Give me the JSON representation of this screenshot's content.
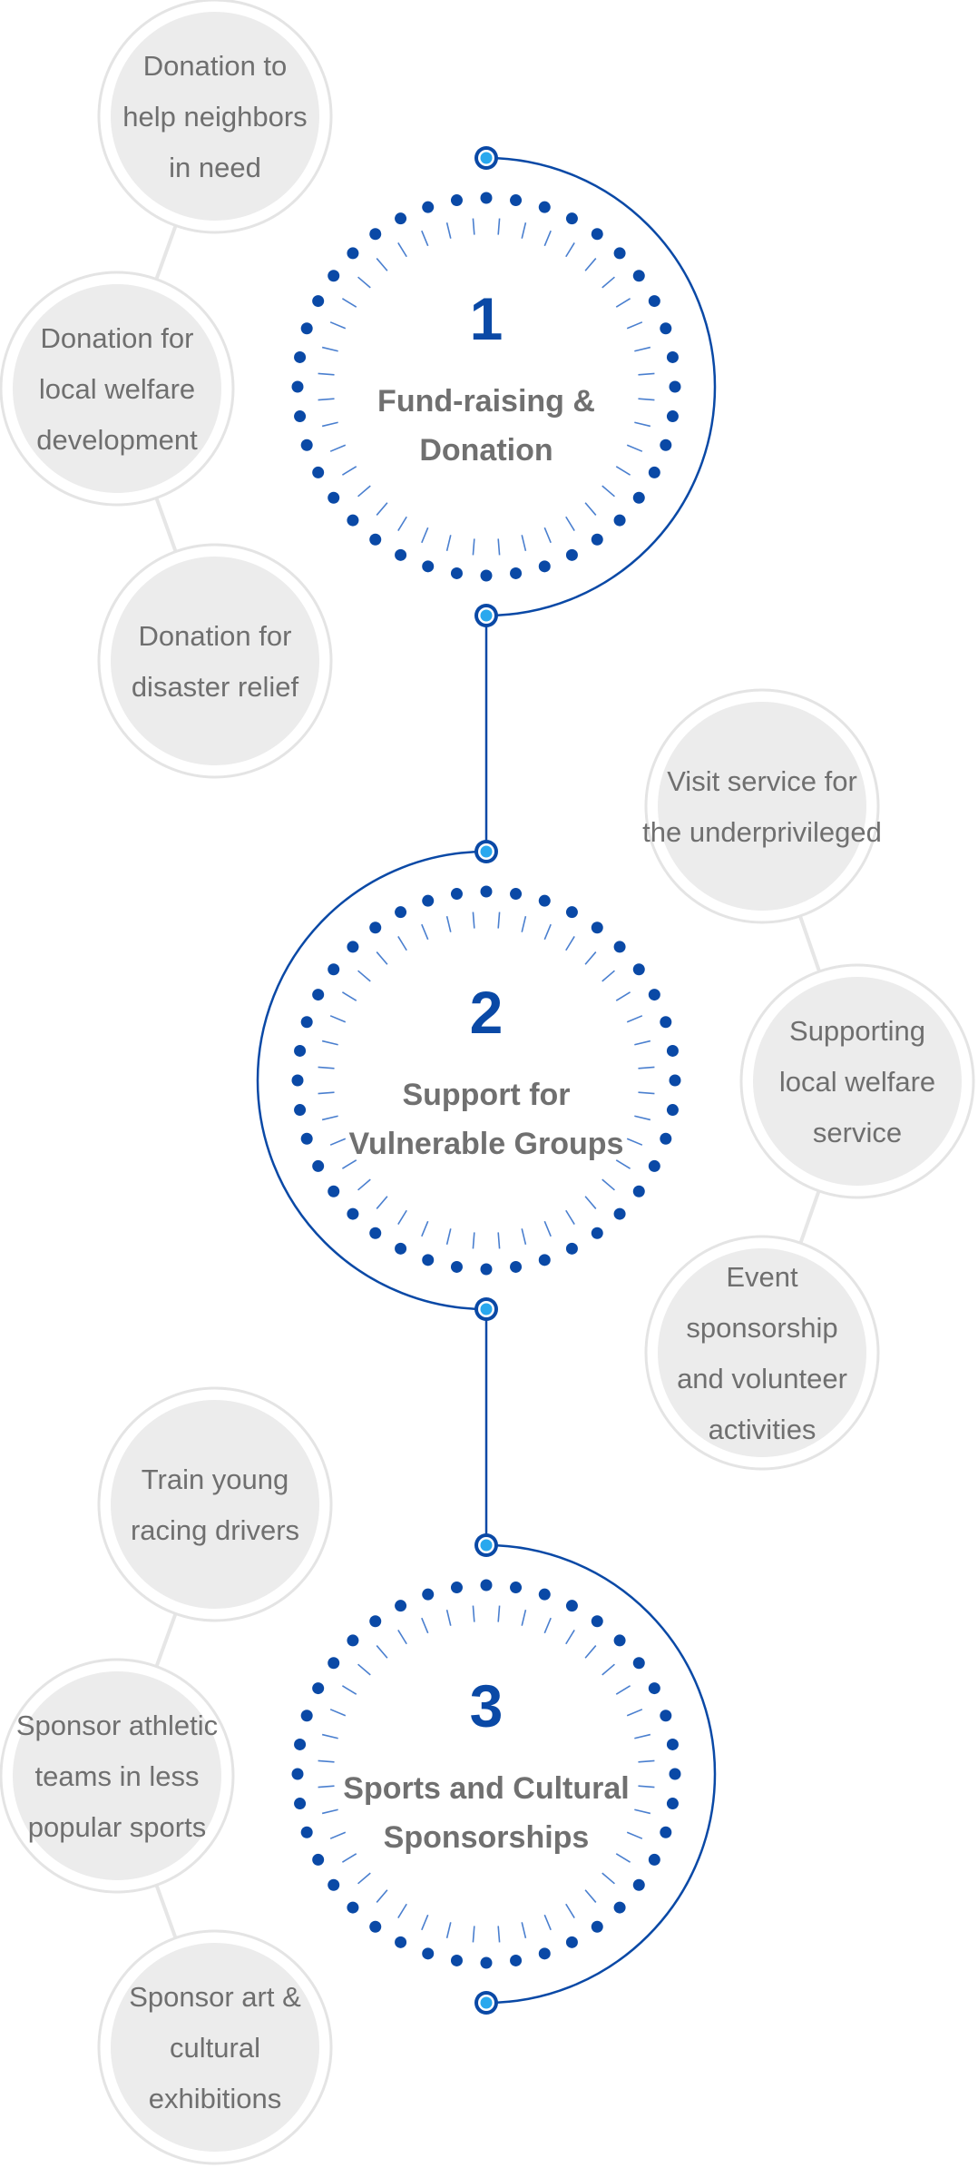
{
  "colors": {
    "accent": "#0a49a6",
    "accent_light": "#29a8ee",
    "bubble_fill": "#ececec",
    "bubble_ring": "#e4e4e4",
    "text": "#6f6f6f",
    "title": "#707070"
  },
  "steps": [
    {
      "number": "1",
      "title": [
        "Fund-raising &",
        "Donation"
      ],
      "bubbles": [
        {
          "lines": [
            "Donation to",
            "help neighbors",
            "in need"
          ]
        },
        {
          "lines": [
            "Donation for",
            "local welfare",
            "development"
          ]
        },
        {
          "lines": [
            "Donation for",
            "disaster relief"
          ]
        }
      ]
    },
    {
      "number": "2",
      "title": [
        "Support for",
        "Vulnerable Groups"
      ],
      "bubbles": [
        {
          "lines": [
            "Visit service for",
            "the underprivileged"
          ]
        },
        {
          "lines": [
            "Supporting",
            "local welfare",
            "service"
          ]
        },
        {
          "lines": [
            "Event",
            "sponsorship",
            "and volunteer",
            "activities"
          ]
        }
      ]
    },
    {
      "number": "3",
      "title": [
        "Sports and Cultural",
        "Sponsorships"
      ],
      "bubbles": [
        {
          "lines": [
            "Train young",
            "racing drivers"
          ]
        },
        {
          "lines": [
            "Sponsor athletic",
            "teams in less",
            "popular sports"
          ]
        },
        {
          "lines": [
            "Sponsor art &",
            "cultural",
            "exhibitions"
          ]
        }
      ]
    }
  ]
}
